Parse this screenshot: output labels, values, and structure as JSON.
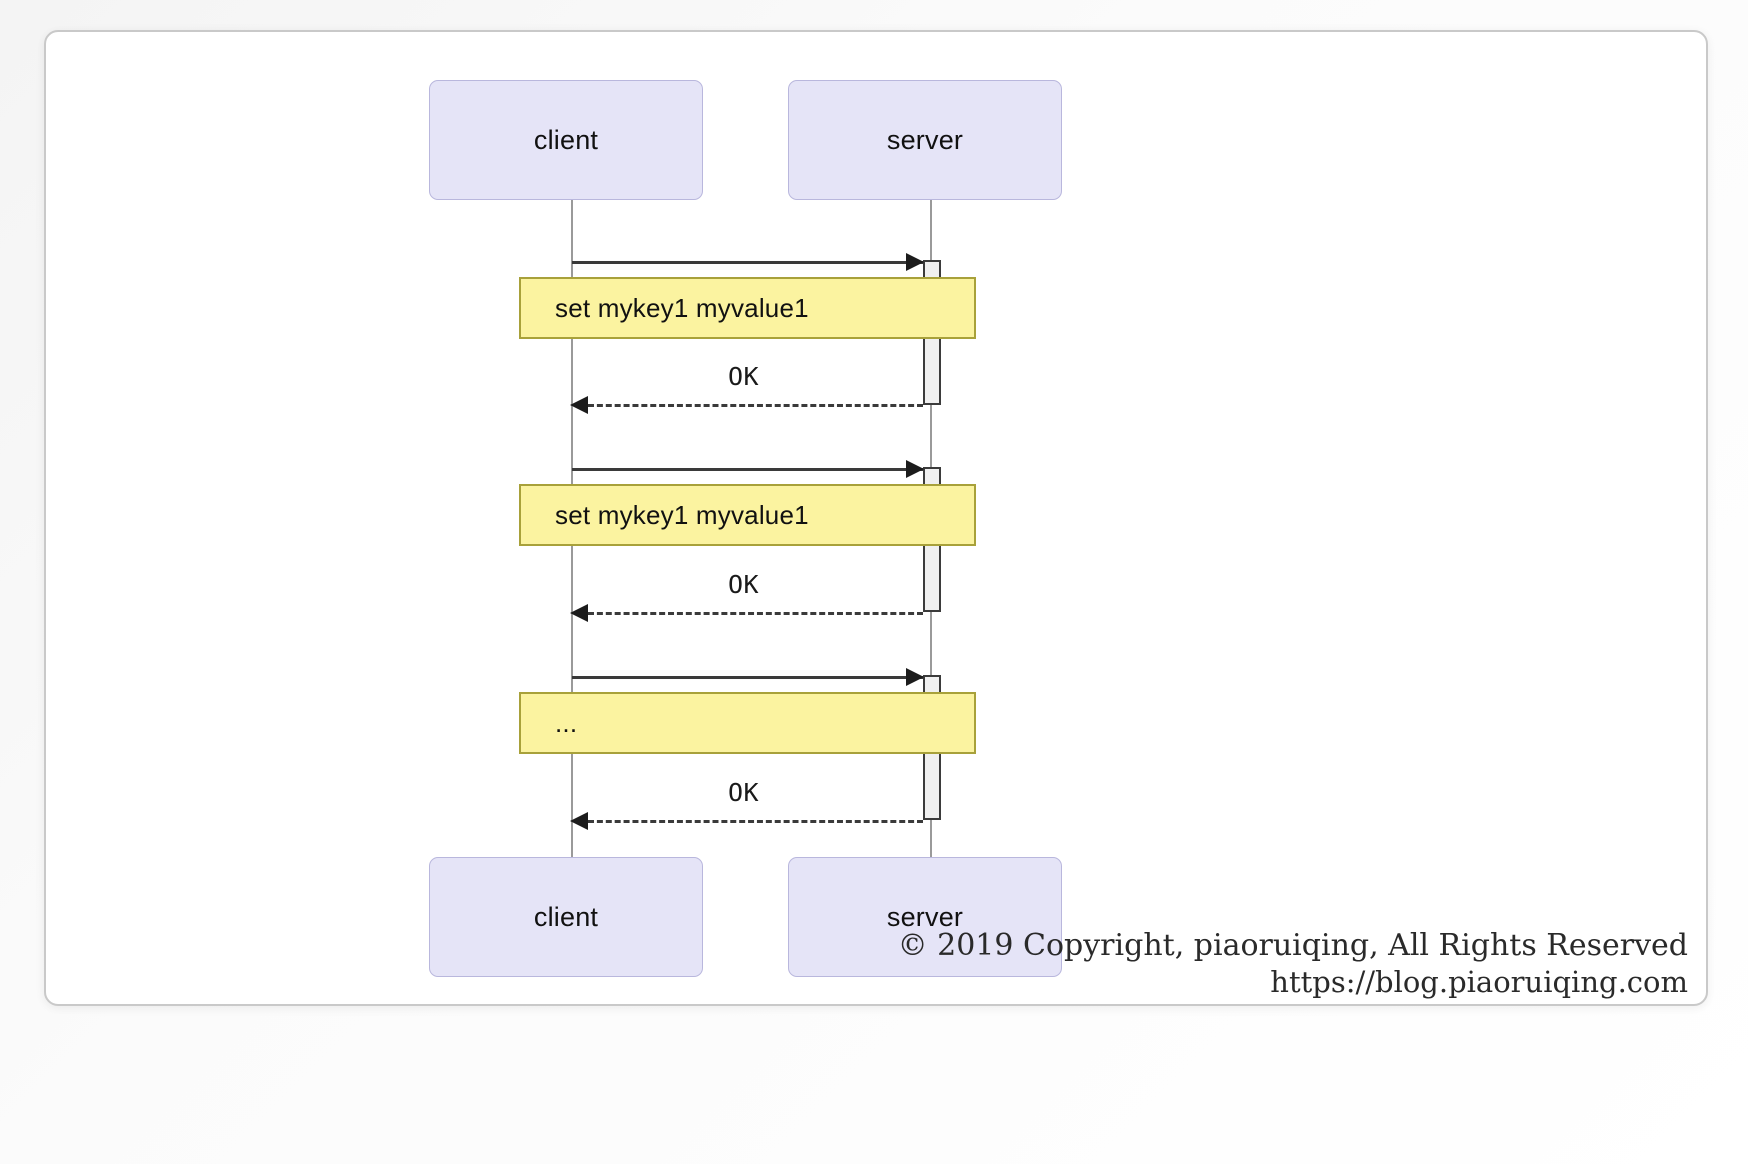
{
  "diagram": {
    "type": "uml-sequence-diagram",
    "participants": [
      {
        "id": "client",
        "label": "client"
      },
      {
        "id": "server",
        "label": "server"
      }
    ],
    "footer_participants": [
      {
        "id": "client",
        "label": "client"
      },
      {
        "id": "server",
        "label": "server"
      }
    ],
    "messages": [
      {
        "from": "client",
        "to": "server",
        "label": "",
        "style": "solid"
      },
      {
        "from": "server",
        "to": "client",
        "label": "OK",
        "style": "dashed"
      },
      {
        "from": "client",
        "to": "server",
        "label": "",
        "style": "solid"
      },
      {
        "from": "server",
        "to": "client",
        "label": "OK",
        "style": "dashed"
      },
      {
        "from": "client",
        "to": "server",
        "label": "",
        "style": "solid"
      },
      {
        "from": "server",
        "to": "client",
        "label": "OK",
        "style": "dashed"
      }
    ],
    "notes": [
      {
        "text": "set mykey1 myvalue1"
      },
      {
        "text": "set mykey1 myvalue1"
      },
      {
        "text": "..."
      }
    ],
    "response_labels": [
      "OK",
      "OK",
      "OK"
    ],
    "colors": {
      "participant_fill": "#e5e4f7",
      "participant_border": "#b9b7dd",
      "note_fill": "#fbf3a0",
      "note_border": "#a8a13a",
      "lifeline": "#9a9a9a",
      "message": "#3a3a3a",
      "activation_fill": "#f0f0f0",
      "activation_border": "#3b3b3b",
      "frame_border": "#c9c9c9",
      "background": "#ffffff"
    }
  },
  "watermark": {
    "copyright": "© 2019 Copyright,  piaoruiqing,  All Rights Reserved",
    "url": "https://blog.piaoruiqing.com"
  }
}
